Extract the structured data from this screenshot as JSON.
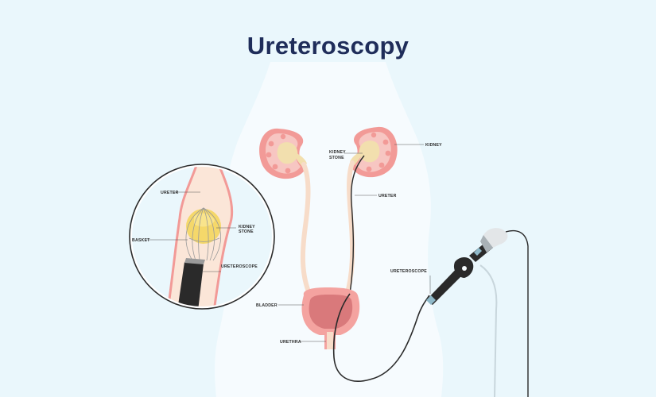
{
  "title": "Ureteroscopy",
  "labels": {
    "kidney": "KIDNEY",
    "kidney_stone_1": "KIDNEY",
    "kidney_stone_2": "STONE",
    "ureter": "URETER",
    "ureteroscope": "URETEROSCOPE",
    "bladder": "BLADDER",
    "urethra": "URETHRA"
  },
  "inset_labels": {
    "ureter": "URETER",
    "kidney_stone_1": "KIDNEY",
    "kidney_stone_2": "STONE",
    "basket": "BASKET",
    "ureteroscope": "URETEROSCOPE"
  },
  "colors": {
    "background": "#eaf7fc",
    "body_silhouette": "#f6fbfe",
    "kidney_outer": "#f29a97",
    "kidney_inner": "#f7c6c2",
    "stone": "#f2dfae",
    "ureter": "#f7dcc9",
    "bladder_wall": "#f4a3a0",
    "bladder_inner": "#d9797b",
    "scope": "#2a2a2a",
    "title": "#1f2d5a"
  }
}
